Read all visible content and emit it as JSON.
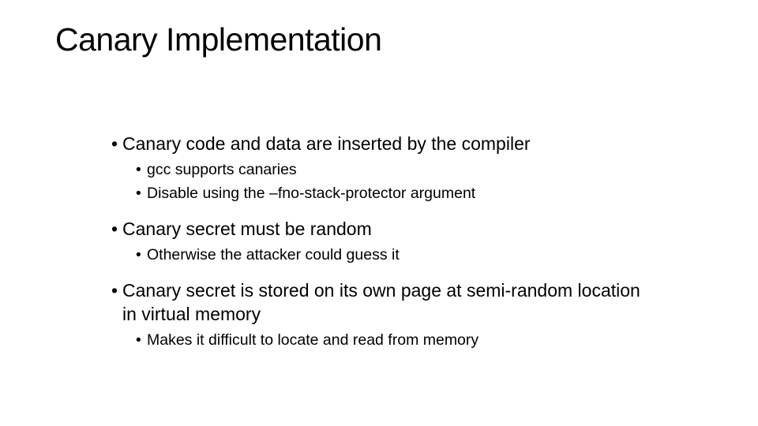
{
  "slide": {
    "title": "Canary Implementation",
    "bullet_glyph": "•",
    "colors": {
      "background": "#ffffff",
      "text": "#000000"
    },
    "bullets": [
      {
        "text": "Canary code and data are inserted by the compiler",
        "subs": [
          "gcc supports canaries",
          "Disable using the –fno-stack-protector argument"
        ]
      },
      {
        "text": "Canary secret must be random",
        "subs": [
          "Otherwise the attacker could guess it"
        ]
      },
      {
        "text": "Canary secret is stored on its own page at semi-random location in virtual memory",
        "subs": [
          "Makes it difficult to locate and read from memory"
        ]
      }
    ]
  }
}
